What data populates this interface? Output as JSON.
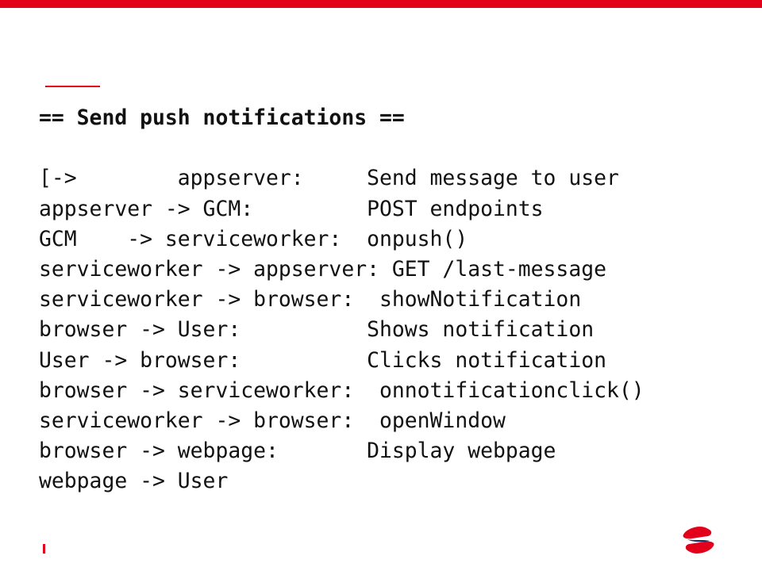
{
  "slide": {
    "heading": "== Send push notifications ==",
    "lines": [
      "[->        appserver:     Send message to user",
      "appserver -> GCM:         POST endpoints",
      "GCM    -> serviceworker:  onpush()",
      "serviceworker -> appserver: GET /last-message",
      "serviceworker -> browser:  showNotification",
      "browser -> User:          Shows notification",
      "User -> browser:          Clicks notification",
      "browser -> serviceworker:  onnotificationclick()",
      "serviceworker -> browser:  openWindow",
      "browser -> webpage:       Display webpage",
      "webpage -> User"
    ]
  },
  "colors": {
    "accent": "#e3001b",
    "text": "#111111",
    "background": "#ffffff"
  },
  "icons": {
    "logo": "brand-logo-icon"
  }
}
